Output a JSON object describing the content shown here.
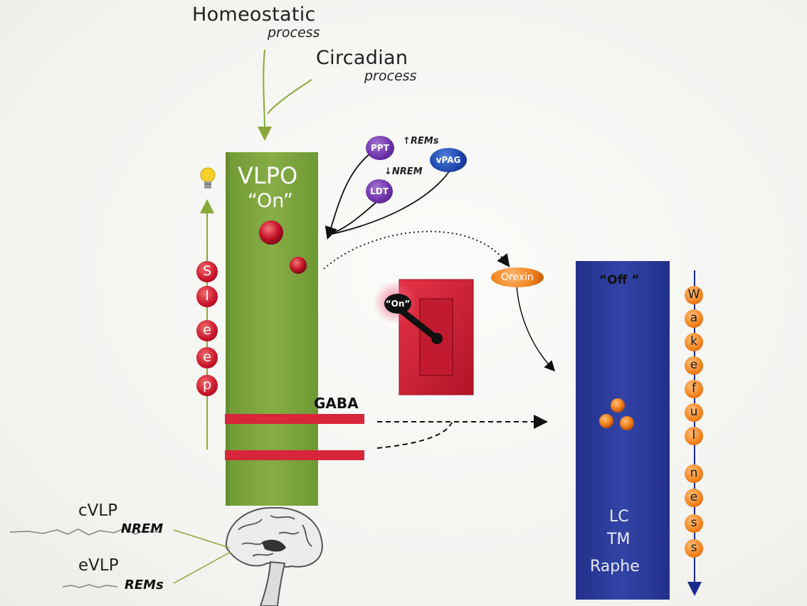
{
  "inputs": {
    "homeostatic": "Homeostatic",
    "homeostatic_sub": "process",
    "circadian": "Circadian",
    "circadian_sub": "process"
  },
  "vlpo": {
    "title": "VLPO",
    "state": "“On”",
    "color": "#80a641"
  },
  "nuclei": {
    "ppt": "PPT",
    "ldt": "LDT",
    "vpag": "vPAG",
    "rems_up": "↑REMs",
    "nrem_down": "↓NREM"
  },
  "switch": {
    "label": "“On”",
    "color": "#d7263a"
  },
  "orexin": "Orexin",
  "gaba": "GABA",
  "wake_column": {
    "state": "“Off ”",
    "labels": [
      "LC",
      "TM",
      "Raphe"
    ],
    "color": "#2f3d9c"
  },
  "sleep_letters": [
    "S",
    "l",
    "e",
    "e",
    "p"
  ],
  "wake_letters": [
    "W",
    "a",
    "k",
    "e",
    "f",
    "u",
    "l",
    "n",
    "e",
    "s",
    "s"
  ],
  "brain_labels": {
    "cvlp": "cVLP",
    "nrem": "NREM",
    "evlp": "eVLP",
    "rems": "REMs"
  },
  "icons": [
    "lightbulb-icon",
    "brain-icon",
    "light-switch-icon"
  ]
}
